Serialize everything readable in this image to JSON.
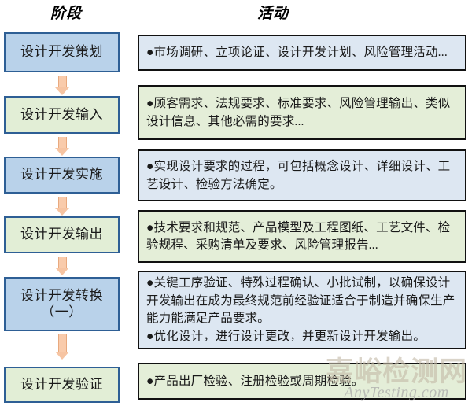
{
  "headers": {
    "stage": "阶段",
    "activity": "活动"
  },
  "rows": [
    {
      "stage": {
        "label": "设计开发策划",
        "fill": "#b9d2ea",
        "variant": "blue"
      },
      "activity": {
        "fill": "#dde7f2",
        "variant": "blue",
        "lines": [
          "●市场调研、立项论证、设计开发计划、风险管理活动..."
        ]
      }
    },
    {
      "stage": {
        "label": "设计开发输入",
        "fill": "#e2eed6",
        "variant": "green"
      },
      "activity": {
        "fill": "#e4eed8",
        "variant": "green",
        "lines": [
          "●顾客需求、法规要求、标准要求、风险管理输出、类似设计信息、其他必需的要求..."
        ]
      }
    },
    {
      "stage": {
        "label": "设计开发实施",
        "fill": "#b9d2ea",
        "variant": "blue"
      },
      "activity": {
        "fill": "#dde7f2",
        "variant": "blue",
        "lines": [
          "●实现设计要求的过程，可包括概念设计、详细设计、工艺设计、检验方法确定。"
        ]
      }
    },
    {
      "stage": {
        "label": "设计开发输出",
        "fill": "#e2eed6",
        "variant": "green"
      },
      "activity": {
        "fill": "#e4eed8",
        "variant": "green",
        "lines": [
          "●技术要求和规范、产品模型及工程图纸、工艺文件、检验规程、采购清单及要求、风险管理报告..."
        ]
      }
    },
    {
      "stage": {
        "label": "设计开发转换\n（一）",
        "fill": "#b9d2ea",
        "variant": "blue"
      },
      "activity": {
        "fill": "#dde7f2",
        "variant": "blue",
        "lines": [
          "●关键工序验证、特殊过程确认、小批试制，以确保设计开发输出在成为最终规范前经验证适合于制造并确保生产能力能满足产品要求。",
          "●优化设计，进行设计更改，并更新设计开发输出。"
        ]
      }
    },
    {
      "stage": {
        "label": "设计开发验证",
        "fill": "#e2eed6",
        "variant": "green"
      },
      "activity": {
        "fill": "#e4eed8",
        "variant": "green",
        "lines": [
          "●产品出厂检验、注册检验或周期检验。"
        ]
      }
    }
  ],
  "arrow": {
    "color": "#f9cbab",
    "count": 5
  },
  "watermark": {
    "chinese": "嘉峪检测网",
    "english": "AnyTesting.com"
  }
}
